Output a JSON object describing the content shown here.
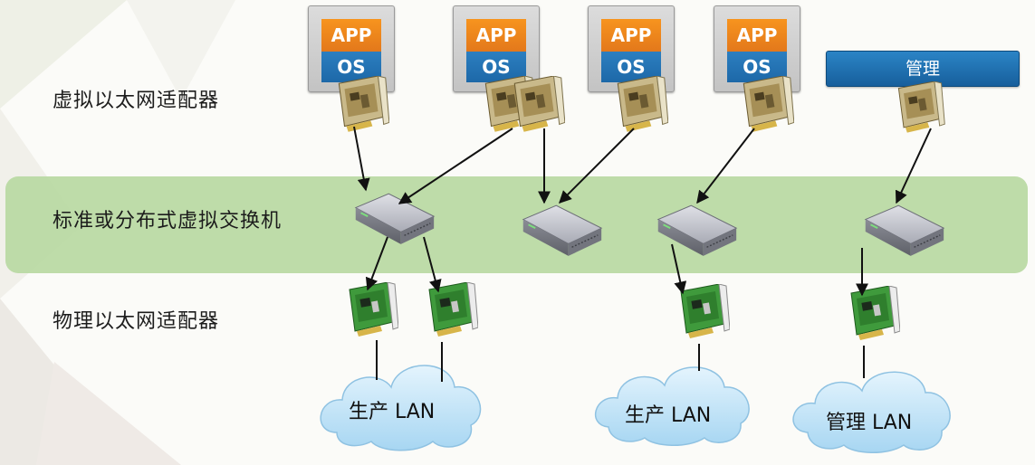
{
  "labels": {
    "virtual_nic": "虚拟以太网适配器",
    "vswitch": "标准或分布式虚拟交换机",
    "physical_nic": "物理以太网适配器"
  },
  "vms": [
    {
      "app": "APP",
      "os": "OS"
    },
    {
      "app": "APP",
      "os": "OS"
    },
    {
      "app": "APP",
      "os": "OS"
    },
    {
      "app": "APP",
      "os": "OS"
    }
  ],
  "management_port": "管理",
  "networks": [
    {
      "label": "生产 LAN"
    },
    {
      "label": "生产 LAN"
    },
    {
      "label": "管理 LAN"
    }
  ],
  "colors": {
    "app": "#f7941e",
    "os": "#1d68a8",
    "band": "#b9d9a2",
    "management": "#1f72b4",
    "cloud": "#bfe3f7"
  }
}
